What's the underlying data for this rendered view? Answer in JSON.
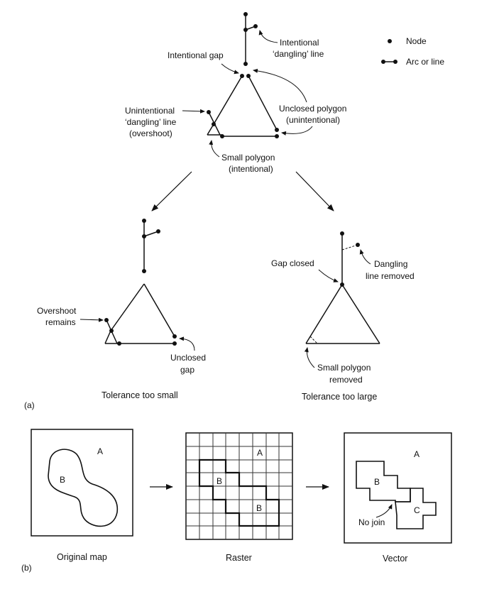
{
  "legend": {
    "node": "Node",
    "arc": "Arc or line"
  },
  "top": {
    "intentional_dangling": [
      "Intentional",
      "‘dangling’ line"
    ],
    "intentional_gap": "Intentional gap",
    "unintentional_dangling": [
      "Unintentional",
      "‘dangling’ line",
      "(overshoot)"
    ],
    "unclosed_polygon": [
      "Unclosed polygon",
      "(unintentional)"
    ],
    "small_polygon": [
      "Small polygon",
      "(intentional)"
    ]
  },
  "left_result": {
    "overshoot_remains": [
      "Overshoot",
      "remains"
    ],
    "unclosed_gap": [
      "Unclosed",
      "gap"
    ],
    "caption": "Tolerance too small"
  },
  "right_result": {
    "gap_closed": "Gap closed",
    "dangling_removed": [
      "Dangling",
      "line removed"
    ],
    "small_polygon_removed": [
      "Small polygon",
      "removed"
    ],
    "caption": "Tolerance too large"
  },
  "panel_a_label": "(a)",
  "panel_b": {
    "label": "(b)",
    "original": {
      "caption": "Original map",
      "A": "A",
      "B": "B"
    },
    "raster": {
      "caption": "Raster",
      "A": "A",
      "B1": "B",
      "B2": "B"
    },
    "vector": {
      "caption": "Vector",
      "A": "A",
      "B": "B",
      "C": "C",
      "no_join": "No join"
    }
  }
}
